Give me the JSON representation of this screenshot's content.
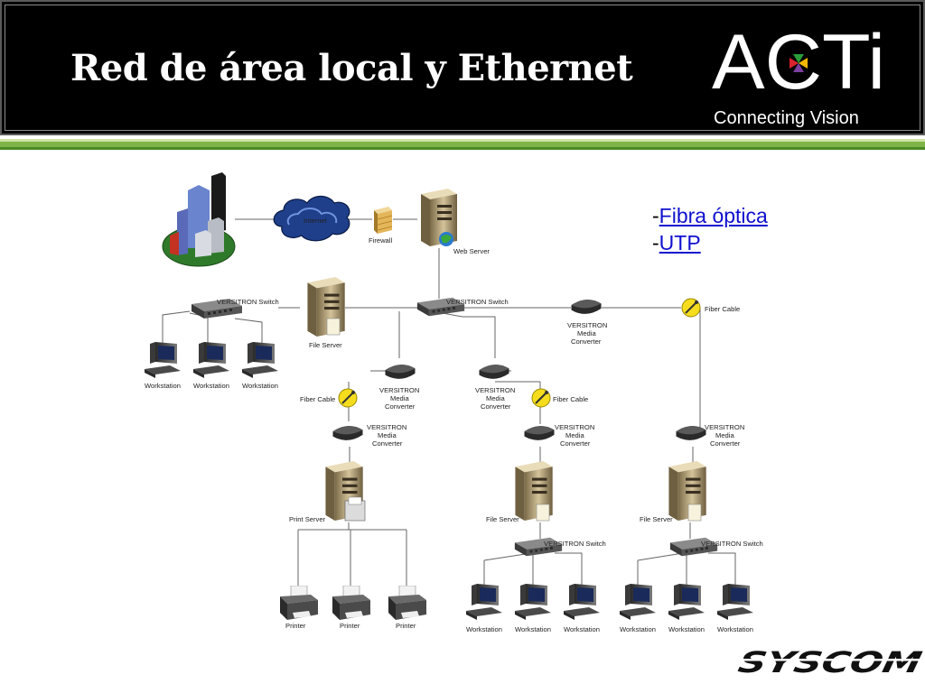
{
  "header": {
    "title": "Red de área local y Ethernet",
    "logo_text": "ACTi",
    "tagline": "Connecting Vision"
  },
  "legend": {
    "dash": "-",
    "items": [
      "Fibra óptica",
      "UTP"
    ]
  },
  "diagram": {
    "internet": "Internet",
    "firewall": "Firewall",
    "web_server": "Web Server",
    "switch": "VERSITRON Switch",
    "file_server": "File Server",
    "print_server": "Print Server",
    "workstation": "Workstation",
    "printer": "Printer",
    "fiber_cable": "Fiber Cable",
    "media_line1": "VERSITRON",
    "media_line2": "Media",
    "media_line3": "Converter"
  },
  "footer": {
    "logo_text": "SYSCOM"
  },
  "colors": {
    "header_bg": "#000000",
    "accent_green": "#5a9a2e",
    "link": "#1010d0"
  }
}
